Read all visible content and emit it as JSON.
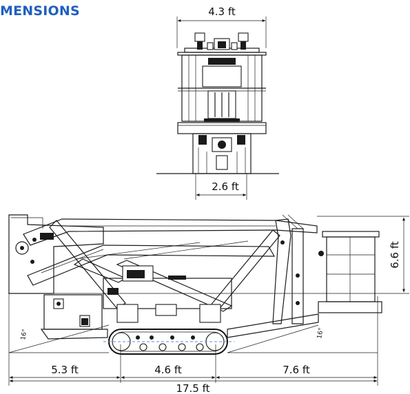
{
  "title": "MENSIONS",
  "colors": {
    "title": "#1f5fc0",
    "lines": "#1a1a1a",
    "guide_dashed": "#5b8fd0"
  },
  "front_view": {
    "top_width": "4.3 ft",
    "track_width": "2.6 ft"
  },
  "side_view": {
    "height": "6.6 ft",
    "rear_overhang": "5.3 ft",
    "track_length": "4.6 ft",
    "front_overhang": "7.6 ft",
    "overall_length": "17.5 ft",
    "angle_left": "16°",
    "angle_right": "16°"
  }
}
